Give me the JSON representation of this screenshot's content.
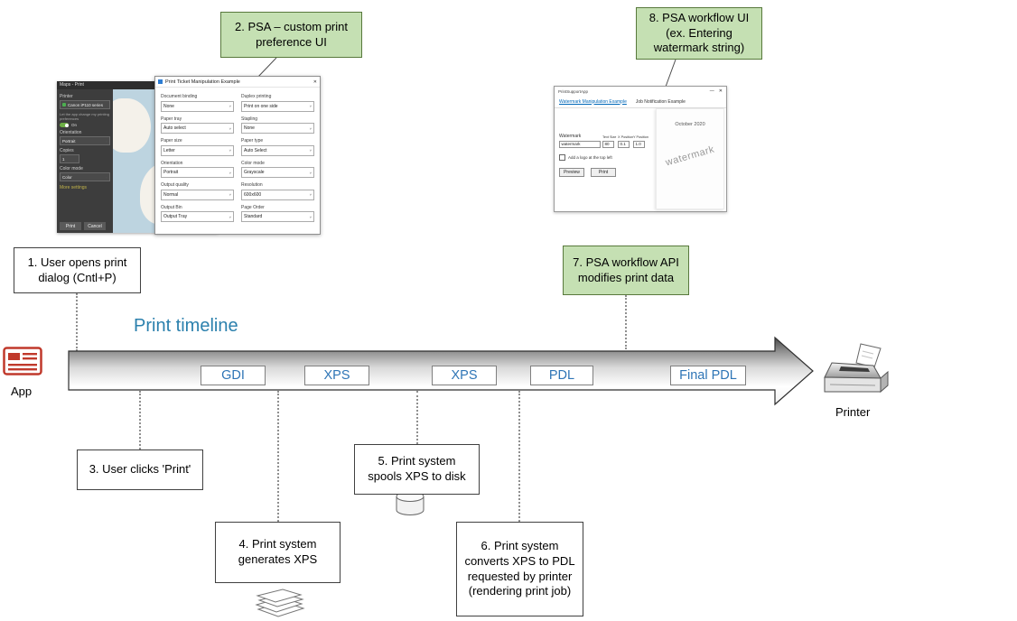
{
  "callouts": {
    "box1": "1. User opens print dialog (Cntl+P)",
    "box2": "2. PSA – custom print preference UI",
    "box3": "3. User clicks 'Print'",
    "box4": "4. Print system generates XPS",
    "box5": "5. Print system spools XPS to disk",
    "box6": "6. Print system converts XPS to PDL requested by printer (rendering print job)",
    "box7": "7. PSA workflow API modifies print data",
    "box8": "8. PSA workflow UI (ex. Entering watermark string)"
  },
  "timeline": {
    "title": "Print timeline",
    "stages": [
      "GDI",
      "XPS",
      "XPS",
      "PDL",
      "Final PDL"
    ]
  },
  "endpoints": {
    "app_label": "App",
    "printer_label": "Printer"
  },
  "print_dialog": {
    "window_title": "Maps - Print",
    "printer_label": "Printer",
    "printer_name": "Canon iP110 series",
    "prefs_note": "Let the app change my printing preferences",
    "toggle_state": "On",
    "orientation_label": "Orientation",
    "orientation_value": "Portrait",
    "copies_label": "Copies",
    "copies_value": "1",
    "color_label": "Color mode",
    "color_value": "Color",
    "more_settings": "More settings",
    "print_button": "Print",
    "cancel_button": "Cancel"
  },
  "ticket_window": {
    "title": "Print Ticket Manipulation Example",
    "left_fields": [
      {
        "label": "Document binding",
        "value": "None"
      },
      {
        "label": "Paper tray",
        "value": "Auto select"
      },
      {
        "label": "Paper size",
        "value": "Letter"
      },
      {
        "label": "Orientation",
        "value": "Portrait"
      },
      {
        "label": "Output quality",
        "value": "Normal"
      },
      {
        "label": "Output Bin",
        "value": "Output Tray"
      }
    ],
    "right_fields": [
      {
        "label": "Duplex printing",
        "value": "Print on one side"
      },
      {
        "label": "Stapling",
        "value": "None"
      },
      {
        "label": "Paper type",
        "value": "Auto Select"
      },
      {
        "label": "Color mode",
        "value": "Grayscale"
      },
      {
        "label": "Resolution",
        "value": "600x600"
      },
      {
        "label": "Page Order",
        "value": "Standard"
      }
    ]
  },
  "psa_app": {
    "window_title": "PrintSupportApp",
    "tab_watermark": "Watermark Manipulation Example",
    "tab_job": "Job Notification Example",
    "watermark_label": "Watermark",
    "watermark_value": "watermark",
    "text_size_label": "Text Size",
    "text_size_value": "80",
    "x_label": "X Position",
    "x_value": "0.1",
    "y_label": "Y Position",
    "y_value": "1.0",
    "logo_check_label": "Add a logo at the top left",
    "preview_button": "Preview",
    "print_button": "Print",
    "preview_date": "October 2020",
    "preview_watermark": "watermark"
  },
  "icons": {
    "close": "✕",
    "minimize": "—",
    "dropdown_caret": "˅"
  },
  "colors": {
    "green_fill": "#c5e0b3",
    "stage_blue": "#2e75b6",
    "title_blue": "#2b80ad",
    "arrow_dark": "#3f3f3f"
  }
}
